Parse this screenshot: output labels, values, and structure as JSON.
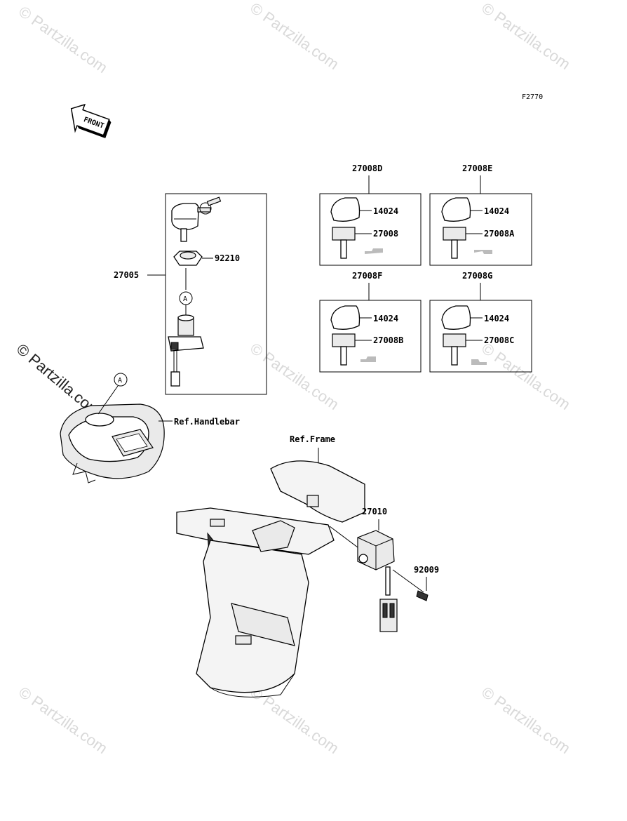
{
  "figure_code": "F2770",
  "front_arrow": "FRONT",
  "watermark": "© Partzilla.com",
  "callouts": {
    "assy_27005": "27005",
    "nut_92210": "92210",
    "ref_handlebar": "Ref.Handlebar",
    "ref_frame": "Ref.Frame",
    "unit_27010": "27010",
    "bolt_92009": "92009",
    "marker_a": "A"
  },
  "key_sets": [
    {
      "set": "27008D",
      "cap": "14024",
      "key": "27008"
    },
    {
      "set": "27008E",
      "cap": "14024",
      "key": "27008A"
    },
    {
      "set": "27008F",
      "cap": "14024",
      "key": "27008B"
    },
    {
      "set": "27008G",
      "cap": "14024",
      "key": "27008C"
    }
  ]
}
